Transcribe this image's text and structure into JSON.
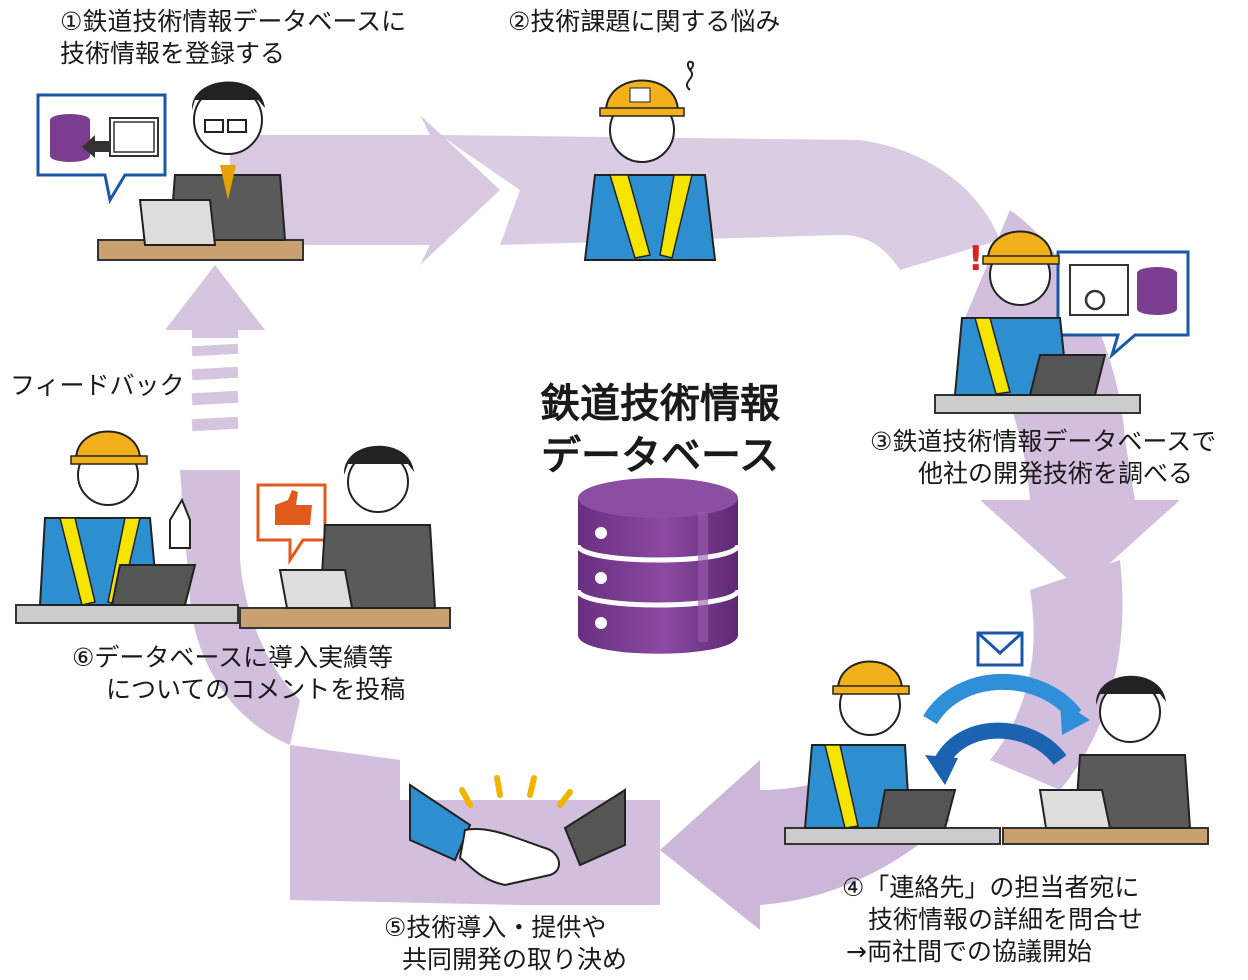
{
  "center": {
    "title_line1": "鉄道技術情報",
    "title_line2": "データベース"
  },
  "steps": [
    {
      "line1": "①鉄道技術情報データベースに",
      "line2": "技術情報を登録する"
    },
    {
      "line1": "②技術課題に関する悩み"
    },
    {
      "line1": "③鉄道技術情報データベースで",
      "line2": "他社の開発技術を調べる"
    },
    {
      "line1": "④「連絡先」の担当者宛に",
      "line2": "技術情報の詳細を問合せ",
      "line3": "→両社間での協議開始"
    },
    {
      "line1": "⑤技術導入・提供や",
      "line2": "共同開発の取り決め"
    },
    {
      "line1": "⑥データベースに導入実績等",
      "line2": "についてのコメントを投稿"
    }
  ],
  "feedback_label": "フィードバック",
  "colors": {
    "flow_arrow": "#dcccE4",
    "database": "#7a3d8f",
    "vest": "#f5e400",
    "helmet": "#f2b11a",
    "worker_shirt": "#2e8fd0",
    "office_suit": "#5b5b5b",
    "bubble_border": "#1b57a8",
    "orange_accent": "#e05a1c",
    "blue_arrow": "#2f8fd8"
  }
}
